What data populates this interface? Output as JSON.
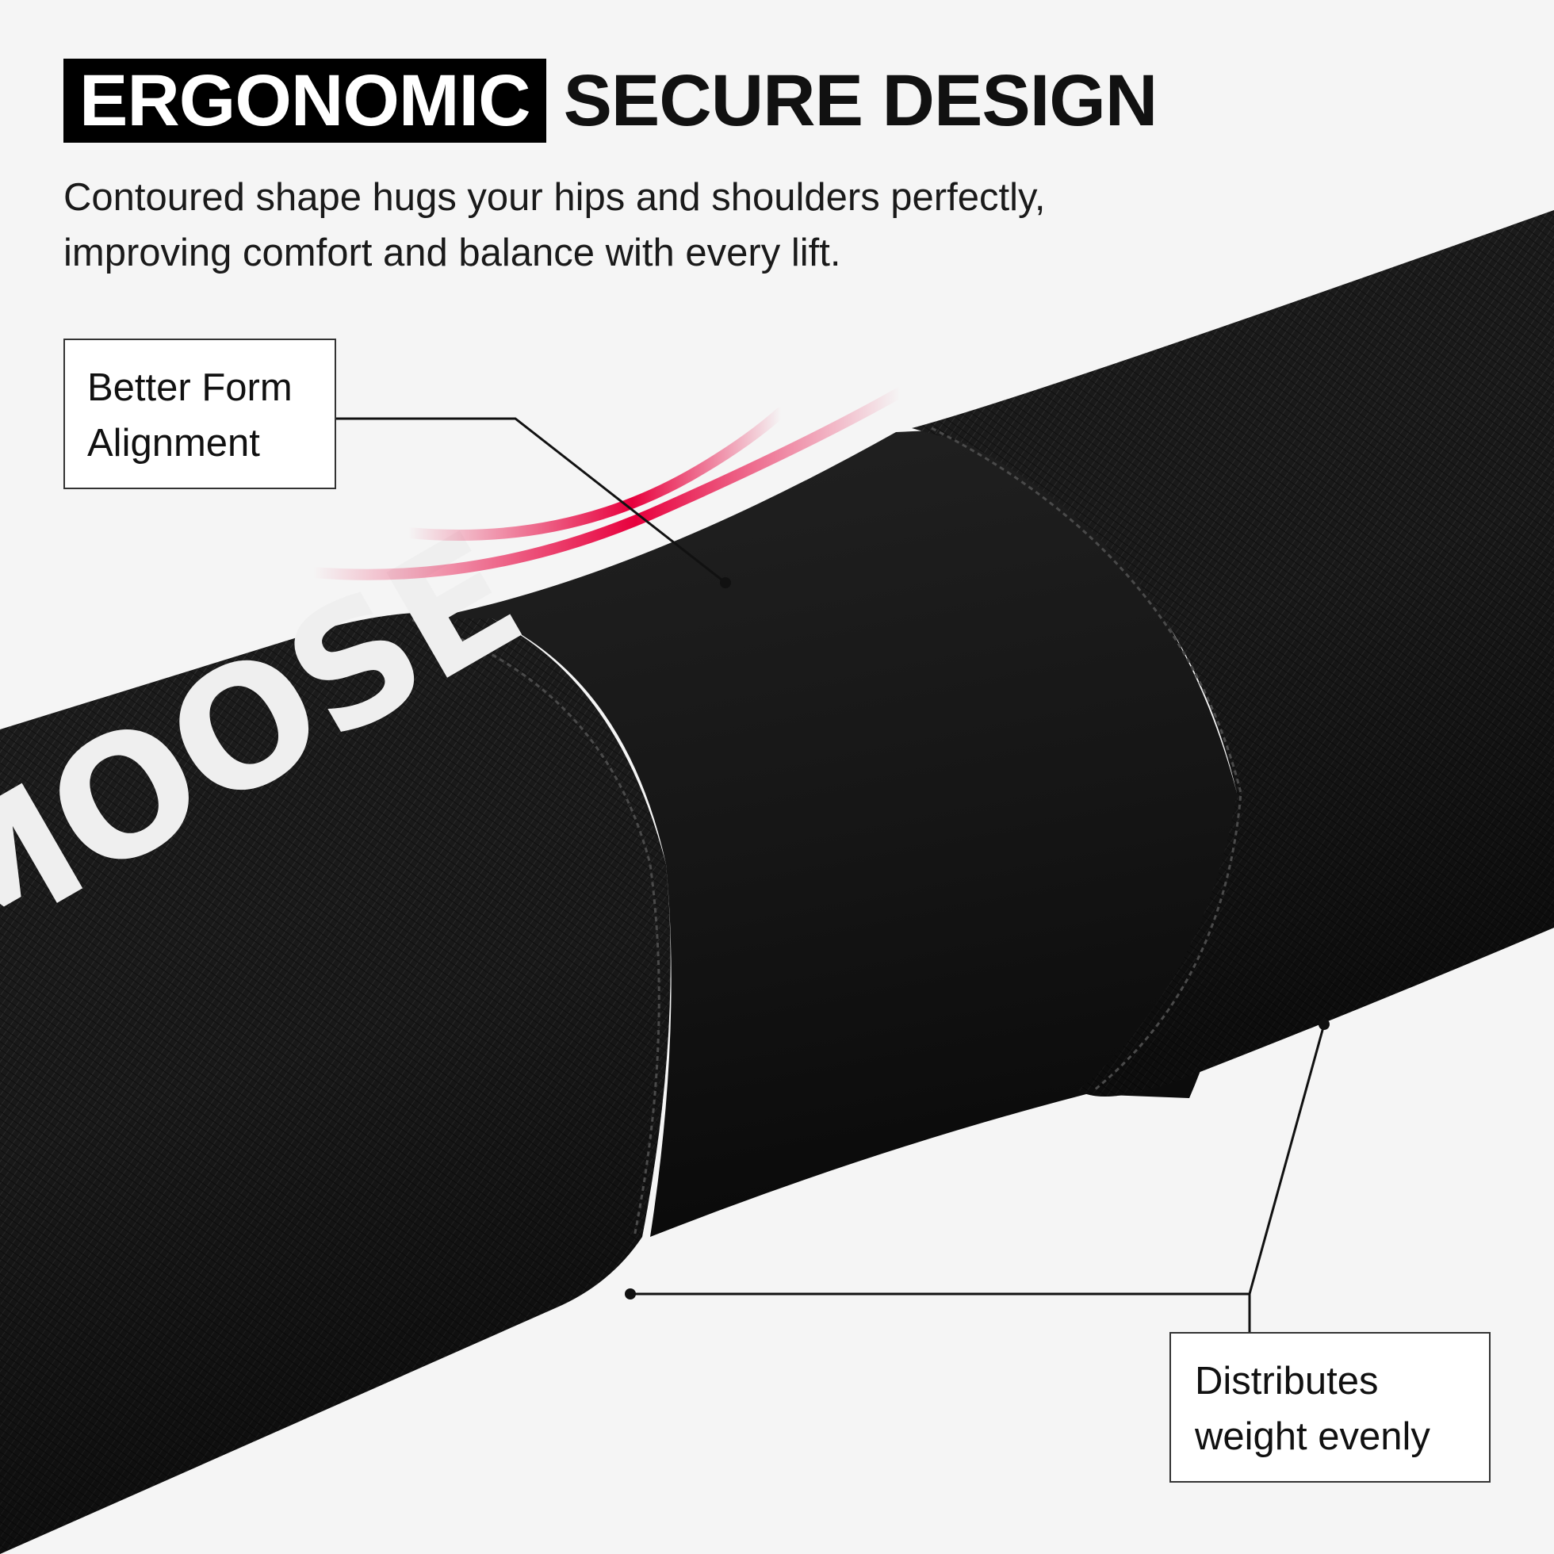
{
  "header": {
    "title_highlight": "ERGONOMIC",
    "title_rest": "SECURE DESIGN",
    "subtitle_line1": "Contoured shape hugs your hips and shoulders perfectly,",
    "subtitle_line2": "improving comfort and balance with every lift."
  },
  "callouts": {
    "top": {
      "line1": "Better Form",
      "line2": "Alignment"
    },
    "bottom": {
      "line1": "Distributes",
      "line2": "weight evenly"
    }
  },
  "product": {
    "brand": "MOOSE"
  },
  "colors": {
    "accent": "#e8003d",
    "pad": "#1b1b1b",
    "background": "#f5f5f5"
  }
}
